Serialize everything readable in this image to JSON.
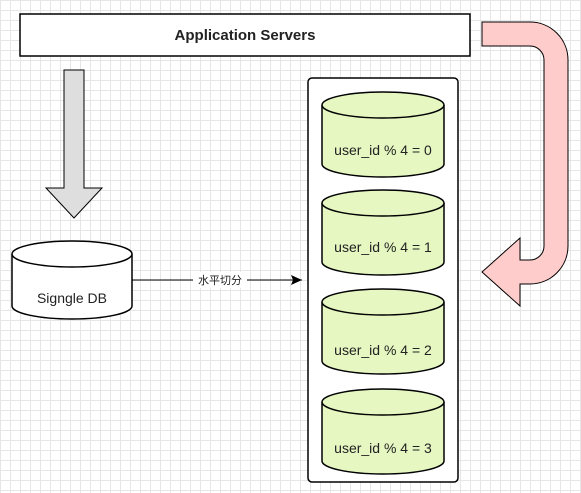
{
  "app_servers": {
    "label": "Application Servers"
  },
  "single_db": {
    "label": "Signgle DB"
  },
  "edge": {
    "label": "水平切分"
  },
  "shards": [
    {
      "label": "user_id % 4 = 0"
    },
    {
      "label": "user_id % 4 = 1"
    },
    {
      "label": "user_id % 4 = 2"
    },
    {
      "label": "user_id % 4 = 3"
    }
  ],
  "colors": {
    "shard_fill": "#e6f7c2",
    "arrow_down_fill": "#dedede",
    "arrow_curve_fill": "#ffcccc",
    "stroke": "#000000"
  }
}
